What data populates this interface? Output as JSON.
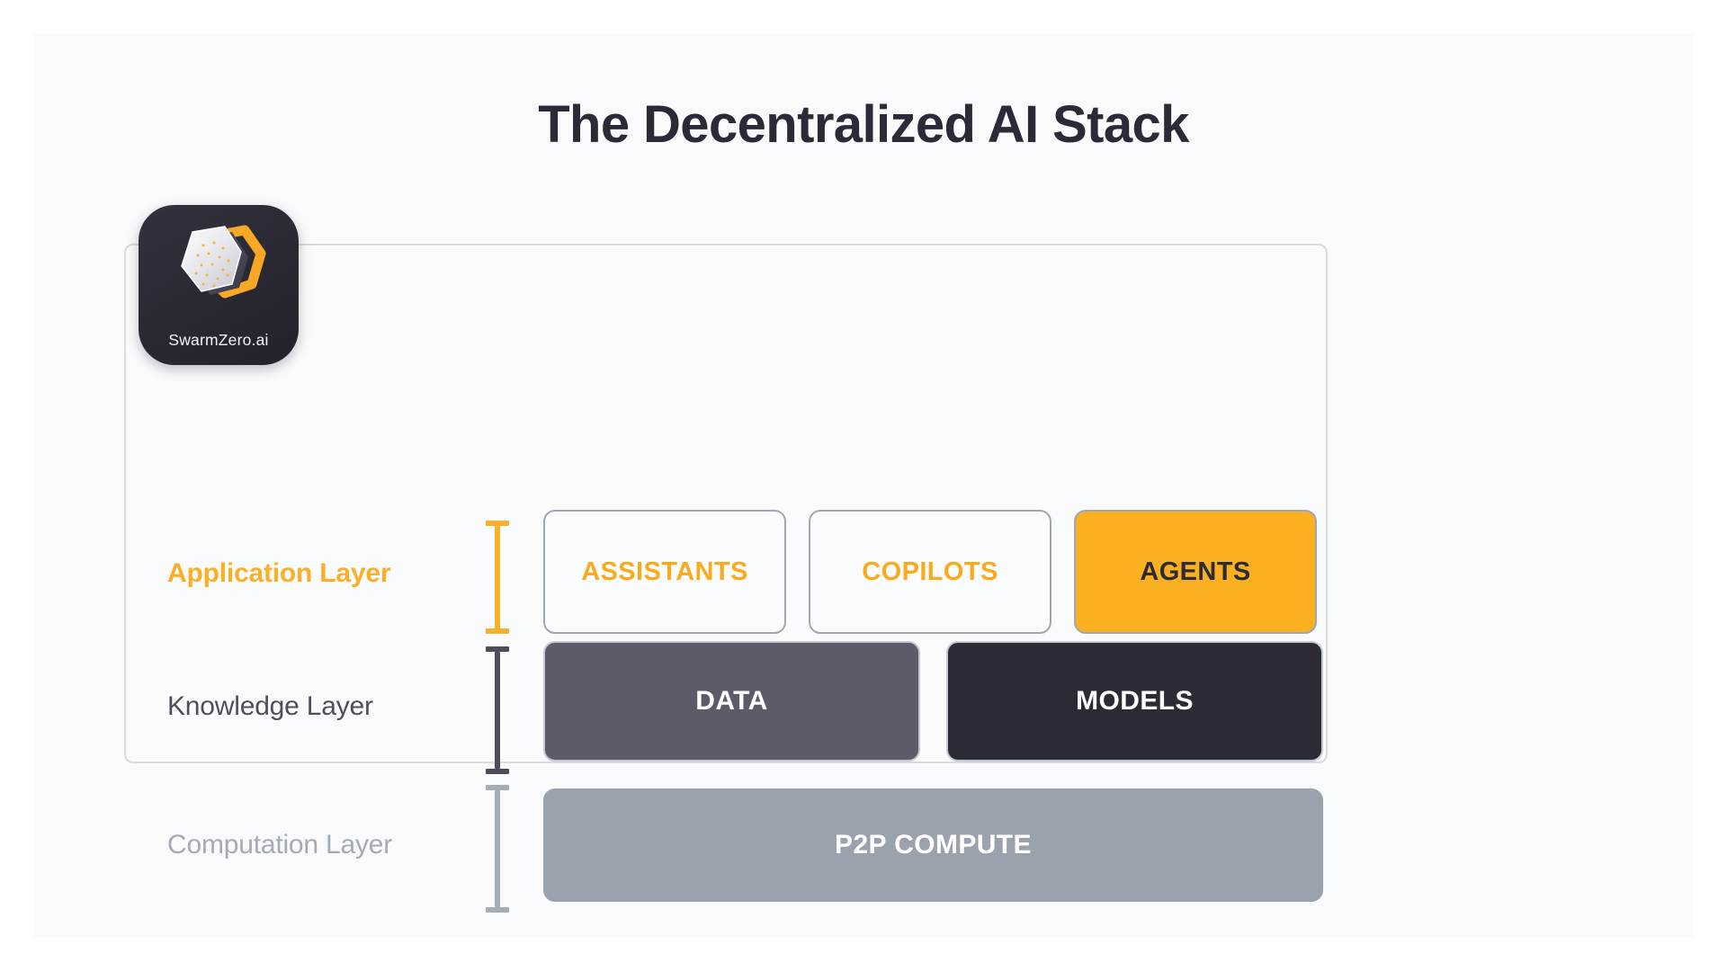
{
  "page": {
    "background_color": "#ffffff",
    "panel_color": "#f9fafb"
  },
  "header": {
    "title": "The Decentralized AI Stack"
  },
  "brand": {
    "logo_caption": "SwarmZero.ai",
    "logo_icon": "swarmzero-hexagon-icon",
    "tile_color": "#2a2932",
    "accent_color": "#fbb021"
  },
  "diagram": {
    "title": "The Decentralized AI Stack",
    "type": "layered-stack",
    "accent_color": "#fbb021",
    "layers": [
      {
        "id": "application",
        "label": "Application Layer",
        "label_color": "#fbaf27",
        "bracket_color": "#fbb02a",
        "blocks": [
          {
            "label": "ASSISTANTS",
            "style": "outline",
            "fill": "#fbfcfd",
            "text_color": "#fbaa1e",
            "border_color": "#9da8b4"
          },
          {
            "label": "COPILOTS",
            "style": "outline",
            "fill": "#fbfcfd",
            "text_color": "#fbaa1e",
            "border_color": "#9da8b4"
          },
          {
            "label": "AGENTS",
            "style": "filled",
            "fill": "#fbb021",
            "text_color": "#2c2c38",
            "border_color": "#9da8b4"
          }
        ]
      },
      {
        "id": "knowledge",
        "label": "Knowledge Layer",
        "label_color": "#4e4e5e",
        "bracket_color": "#4d4d5c",
        "blocks": [
          {
            "label": "DATA",
            "style": "filled",
            "fill": "#5c5b68",
            "text_color": "#ffffff",
            "border_color": "#c2c9d1"
          },
          {
            "label": "MODELS",
            "style": "filled",
            "fill": "#2b2a35",
            "text_color": "#ffffff",
            "border_color": "#c2c9d1"
          }
        ]
      },
      {
        "id": "computation",
        "label": "Computation Layer",
        "label_color": "#a3abb6",
        "bracket_color": "#a5adb7",
        "blocks": [
          {
            "label": "P2P COMPUTE",
            "style": "filled",
            "fill": "#9aa3ad",
            "text_color": "#ffffff",
            "border_color": "none"
          }
        ]
      }
    ]
  }
}
